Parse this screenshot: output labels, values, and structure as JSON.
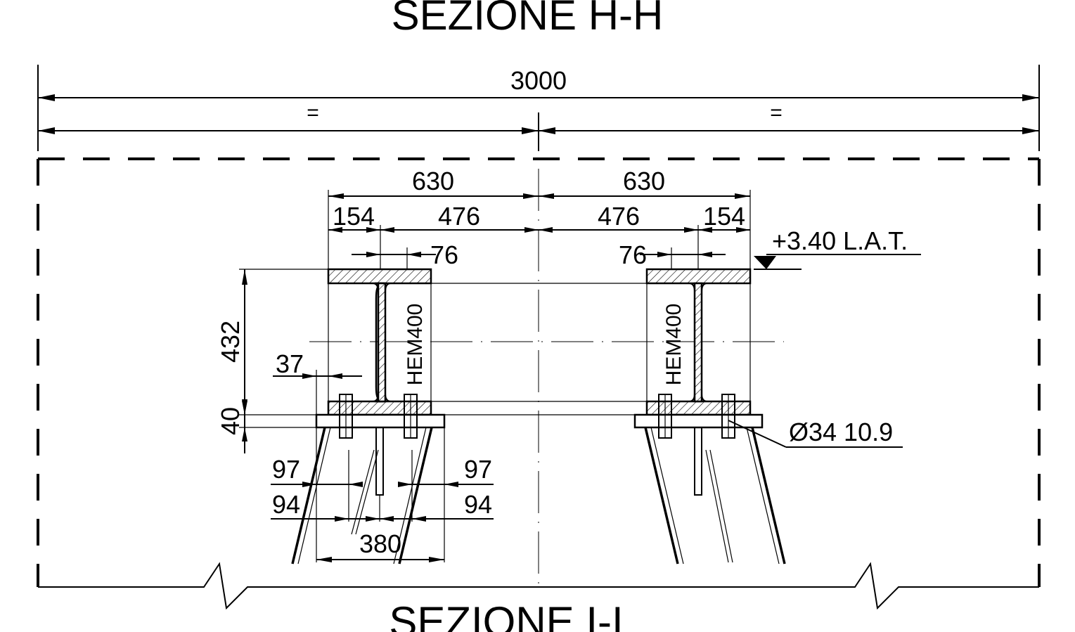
{
  "titles": {
    "top": "SEZIONE H-H",
    "bottom": "SEZIONE I-I"
  },
  "dimensions": {
    "overall": "3000",
    "half_left": "=",
    "half_right": "=",
    "left_630": "630",
    "right_630": "630",
    "left_154": "154",
    "left_476": "476",
    "right_476": "476",
    "right_154": "154",
    "left_76": "76",
    "right_76": "76",
    "height_432": "432",
    "plate_40": "40",
    "offset_37": "37",
    "left_97": "97",
    "left_94": "94",
    "right_97": "97",
    "right_94": "94",
    "base_380": "380"
  },
  "labels": {
    "level": "+3.40 L.A.T.",
    "beam_left": "HEM400",
    "beam_right": "HEM400",
    "bolt": "Ø34 10.9"
  }
}
